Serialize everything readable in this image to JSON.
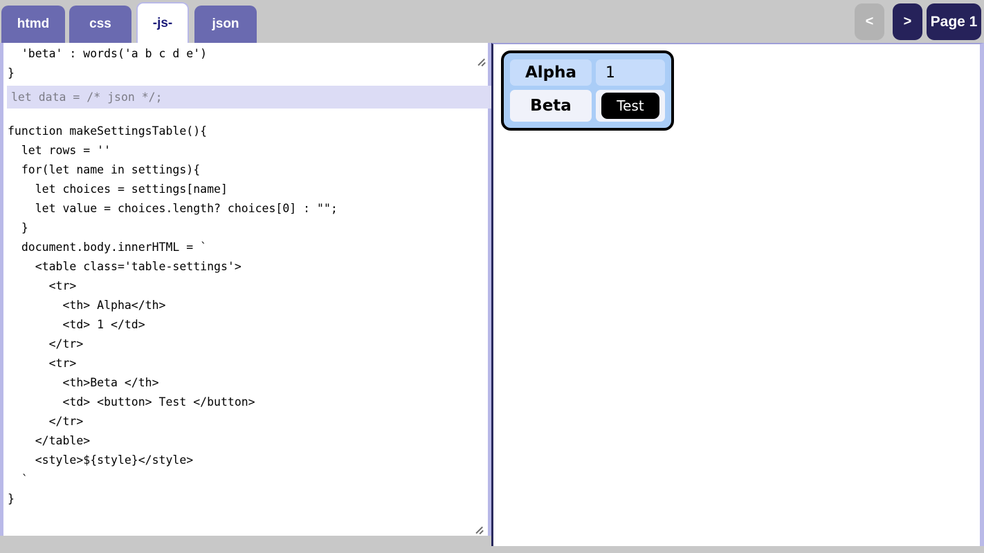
{
  "window": {
    "background_color": "#c8c8c8",
    "accent_color": "#6a6ab0",
    "navy_color": "#26225a"
  },
  "tabs": [
    {
      "id": "htmd",
      "label": "htmd",
      "active": false
    },
    {
      "id": "css",
      "label": "css",
      "active": false
    },
    {
      "id": "js",
      "label": "-js-",
      "active": true
    },
    {
      "id": "json",
      "label": "json",
      "active": false
    }
  ],
  "nav": {
    "prev_label": "<",
    "next_label": ">",
    "page_label": "Page 1"
  },
  "editor": {
    "overlay_value": "let data = /* json */;",
    "overlay_placeholder": "let data = /* json */;",
    "code": "  'beta' : words('a b c d e')\n}\nmakeSettingsTable()\n\nfunction makeSettingsTable(){\n  let rows = ''\n  for(let name in settings){\n    let choices = settings[name]\n    let value = choices.length? choices[0] : \"\";\n  }\n  document.body.innerHTML = `\n    <table class='table-settings'>\n      <tr>\n        <th> Alpha</th>\n        <td> 1 </td>\n      </tr>\n      <tr>\n        <th>Beta </th>\n        <td> <button> Test </button>\n      </tr>\n    </table>\n    <style>${style}</style>\n  `\n}",
    "resize_grip_icon": "resize-grip-icon"
  },
  "preview": {
    "table": {
      "rows": [
        {
          "header": "Alpha",
          "value": "1",
          "value_is_button": false
        },
        {
          "header": "Beta",
          "value": "Test",
          "value_is_button": true
        }
      ]
    }
  }
}
